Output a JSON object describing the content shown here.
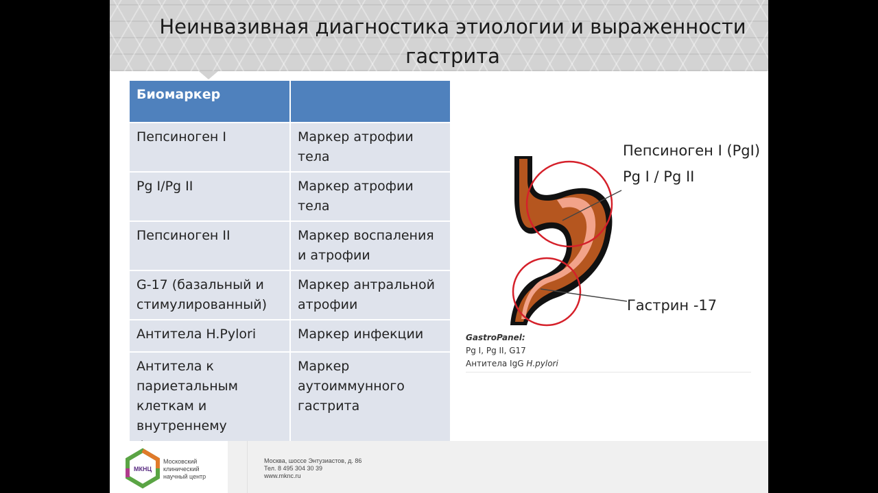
{
  "title": {
    "line1": "Неинвазивная диагностика этиологии и выраженности",
    "line2": "гастрита"
  },
  "table": {
    "header": [
      "Биомаркер",
      ""
    ],
    "rows": [
      {
        "marker": "Пепсиноген I",
        "desc": "Маркер атрофии тела"
      },
      {
        "marker": "Pg I/Pg II",
        "desc": "Маркер атрофии тела"
      },
      {
        "marker": "Пепсиноген II",
        "desc": "Маркер воспаления и атрофии"
      },
      {
        "marker": "G-17 (базальный и стимулированный)",
        "desc": "Маркер антральной атрофии"
      },
      {
        "marker": "Антитела H.Pylori",
        "desc": "Маркер инфекции"
      },
      {
        "marker": "Антитела к париетальным клеткам и внутреннему фактору",
        "desc": "Маркер аутоиммунного гастрита"
      }
    ]
  },
  "figure": {
    "label_pepsinogen": "Пепсиноген I (PgI)",
    "label_ratio": "Pg I / Pg II",
    "label_gastrin": "Гастрин -17"
  },
  "gastropanel": {
    "title": "GastroPanel:",
    "line1": "Pg I, Pg II, G17",
    "line2_prefix": "Антитела IgG ",
    "line2_italic": "H.pylori"
  },
  "footer": {
    "logo_text": "МКНЦ",
    "org_line1": "Московский",
    "org_line2": "клинический",
    "org_line3": "научный центр",
    "address": "Москва, шоссе Энтузиастов, д. 86",
    "phone": "Тел. 8 495 304 30 39",
    "website": "www.mknc.ru"
  },
  "colors": {
    "header_blue": "#4f81bd",
    "cell_bg": "#dfe3ec",
    "stomach": "#b5561f",
    "circle_red": "#d5202a"
  }
}
